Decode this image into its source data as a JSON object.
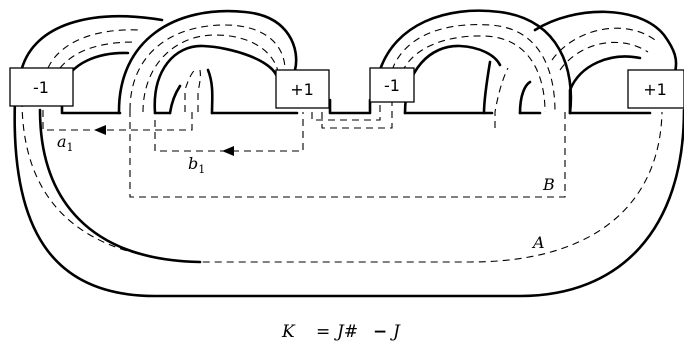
{
  "twist_boxes": [
    {
      "id": "box-1",
      "label": "-1"
    },
    {
      "id": "box-2",
      "label": "+1"
    },
    {
      "id": "box-3",
      "label": "-1"
    },
    {
      "id": "box-4",
      "label": "+1"
    }
  ],
  "curve_labels": {
    "a_main": "a",
    "a_sub": "1",
    "b_main": "b",
    "b_sub": "1",
    "B": "B",
    "A": "A"
  },
  "formula": {
    "K": "K",
    "eq": "=",
    "Jsharp": "J#",
    "minus": "−",
    "J": "J"
  }
}
